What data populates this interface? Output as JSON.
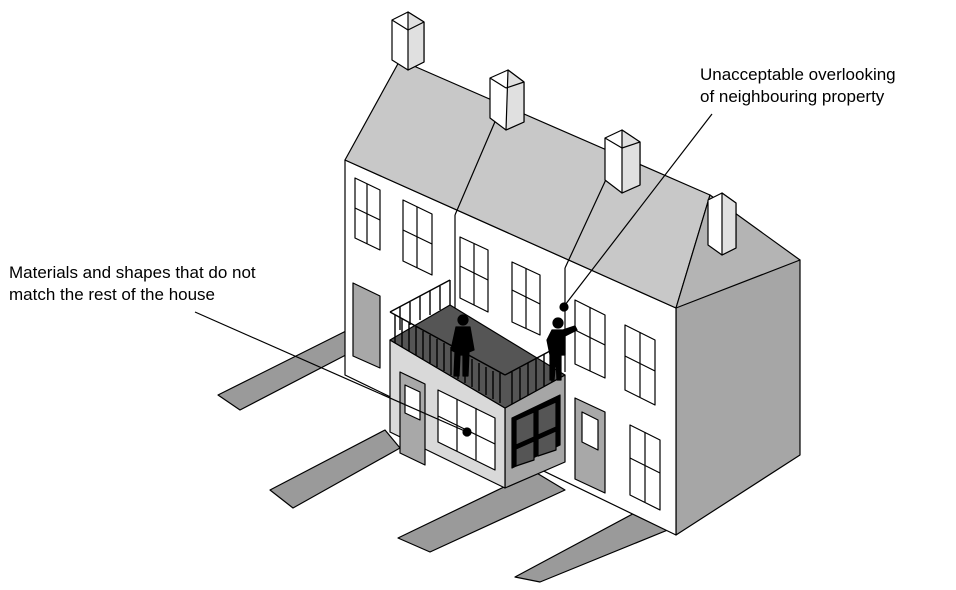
{
  "annotations": {
    "overlooking": {
      "line1": "Unacceptable overlooking",
      "line2": "of neighbouring property"
    },
    "materials": {
      "line1": "Materials and shapes that do not",
      "line2": "match the rest of the house"
    }
  },
  "colors": {
    "outline": "#000000",
    "wall_light": "#ffffff",
    "wall_shade": "#a6a6a6",
    "roof": "#c8c8c8",
    "roof_dark": "#b4b4b4",
    "chimney": "#ffffff",
    "door": "#a8a8a8",
    "path": "#9a9a9a",
    "extension_wall": "#d9d9d9",
    "balcony_floor": "#555555",
    "figure": "#000000"
  }
}
